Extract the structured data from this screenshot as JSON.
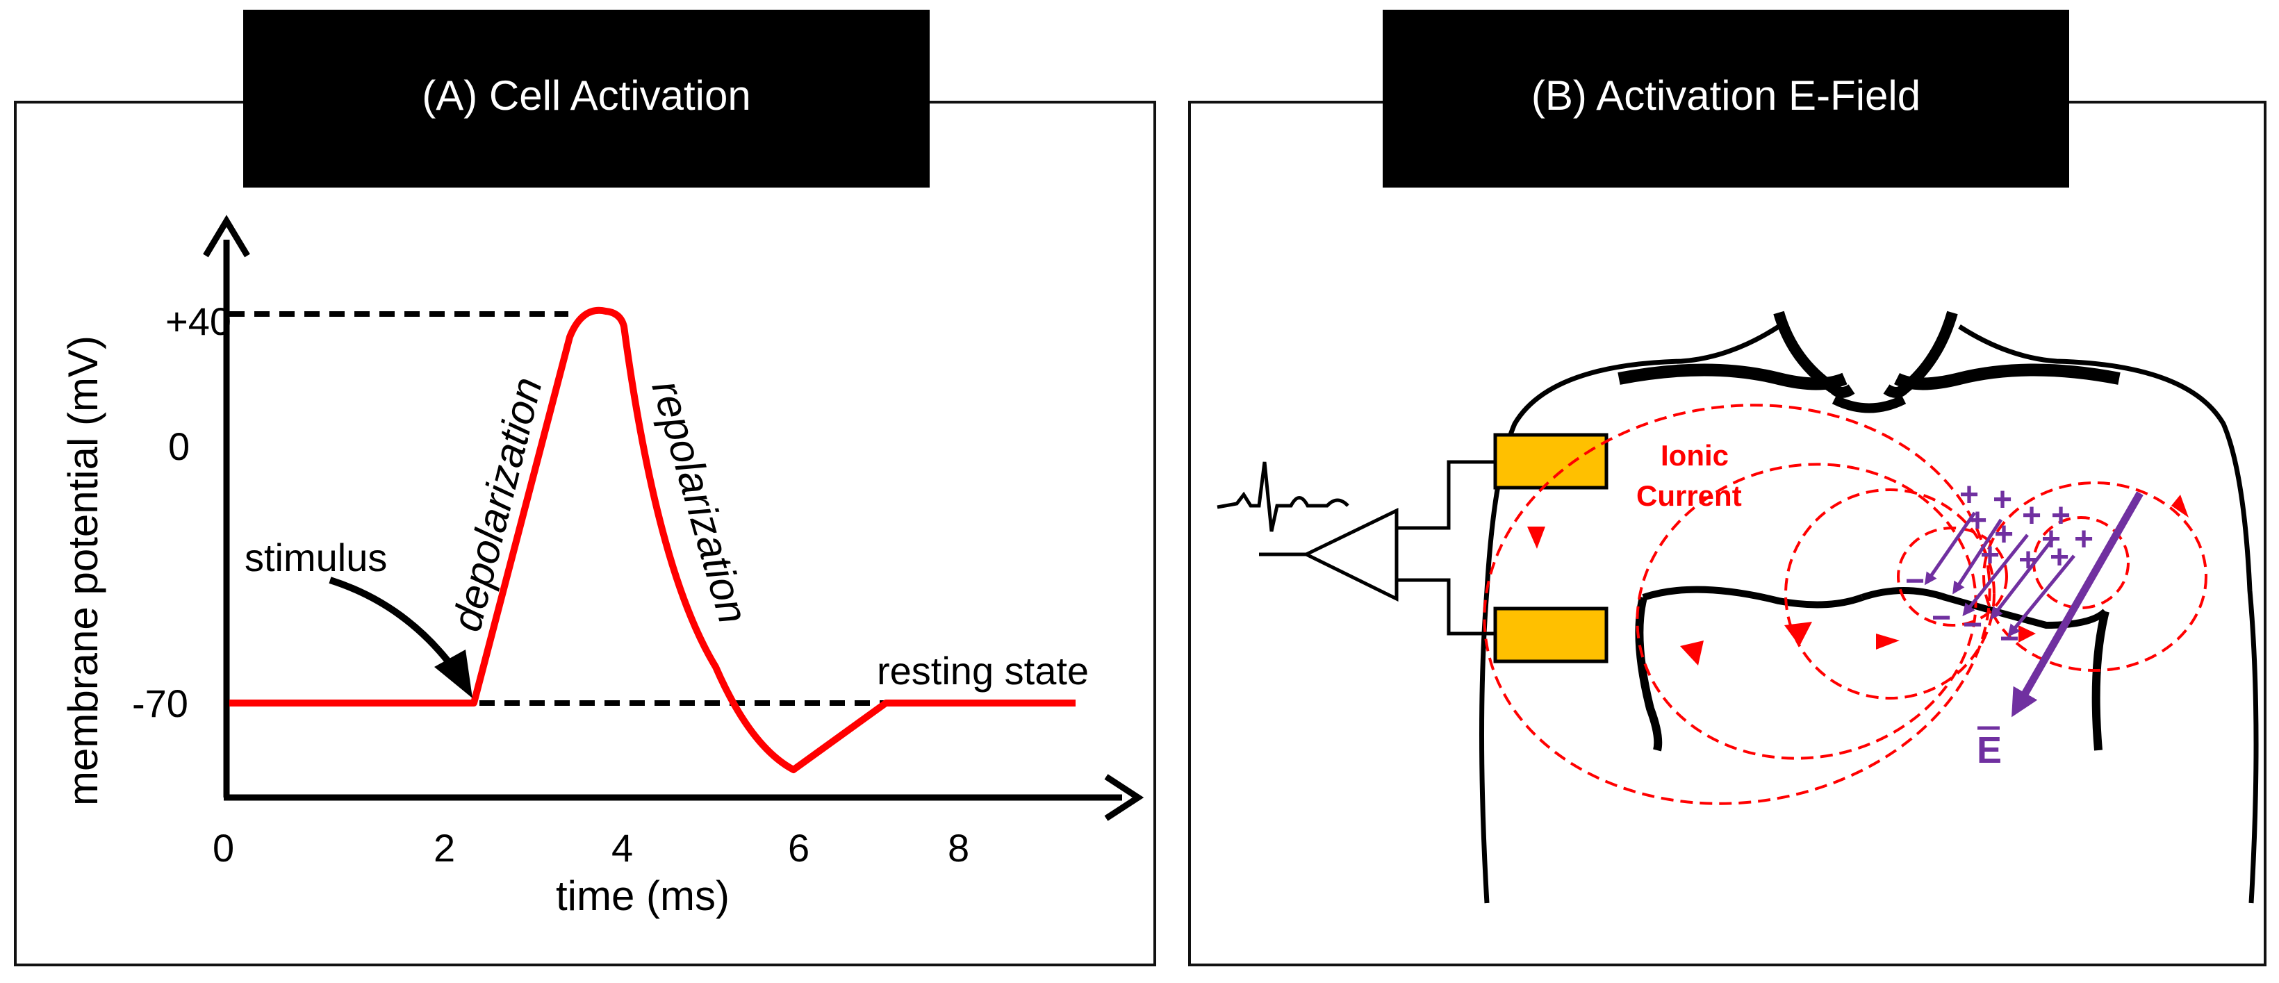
{
  "panel_a": {
    "title": "(A) Cell Activation",
    "y_axis_label": "membrane potential (mV)",
    "x_axis_label": "time (ms)",
    "y_ticks": [
      "+40",
      "0",
      "-70"
    ],
    "x_ticks": [
      "0",
      "2",
      "4",
      "6",
      "8"
    ],
    "annotations": {
      "stimulus": "stimulus",
      "depolarization": "depolarization",
      "repolarization": "repolarization",
      "resting_state": "resting state"
    }
  },
  "panel_b": {
    "title": "(B) Activation E-Field",
    "ionic_line1": "Ionic",
    "ionic_line2": "Current",
    "e_field_label": "E",
    "plus_sign": "+",
    "minus_sign": "−"
  },
  "colors": {
    "curve": "#ff0000",
    "dipole": "#7030a0",
    "electrode": "#ffc000",
    "field_lines": "#ff0000"
  }
}
